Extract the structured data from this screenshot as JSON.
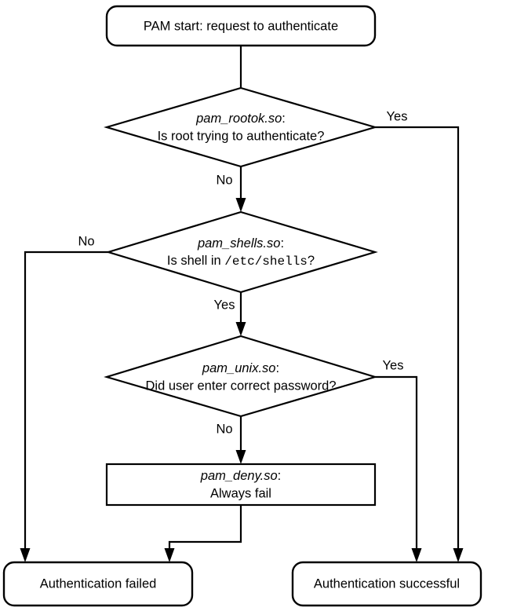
{
  "diagram": {
    "title": "PAM authentication flowchart",
    "background_color": "#ffffff",
    "line_color": "#000000",
    "text_color": "#000000",
    "nodes": {
      "start": {
        "shape": "rounded-rectangle",
        "label": "PAM start: request to authenticate"
      },
      "rootok": {
        "shape": "diamond",
        "module": "pam_rootok.so",
        "module_suffix": ":",
        "question": "Is root trying to authenticate?"
      },
      "shells": {
        "shape": "diamond",
        "module": "pam_shells.so",
        "module_suffix": ":",
        "question_prefix": "Is shell in ",
        "question_path": "/etc/shells",
        "question_suffix": "?"
      },
      "unix": {
        "shape": "diamond",
        "module": "pam_unix.so",
        "module_suffix": ":",
        "question": "Did user enter correct password?"
      },
      "deny": {
        "shape": "rectangle",
        "module": "pam_deny.so",
        "module_suffix": ":",
        "description": "Always fail"
      },
      "failed": {
        "shape": "rounded-rectangle",
        "label": "Authentication failed"
      },
      "successful": {
        "shape": "rounded-rectangle",
        "label": "Authentication successful"
      }
    },
    "edge_labels": {
      "rootok_yes": "Yes",
      "rootok_no": "No",
      "shells_no": "No",
      "shells_yes": "Yes",
      "unix_yes": "Yes",
      "unix_no": "No"
    }
  }
}
